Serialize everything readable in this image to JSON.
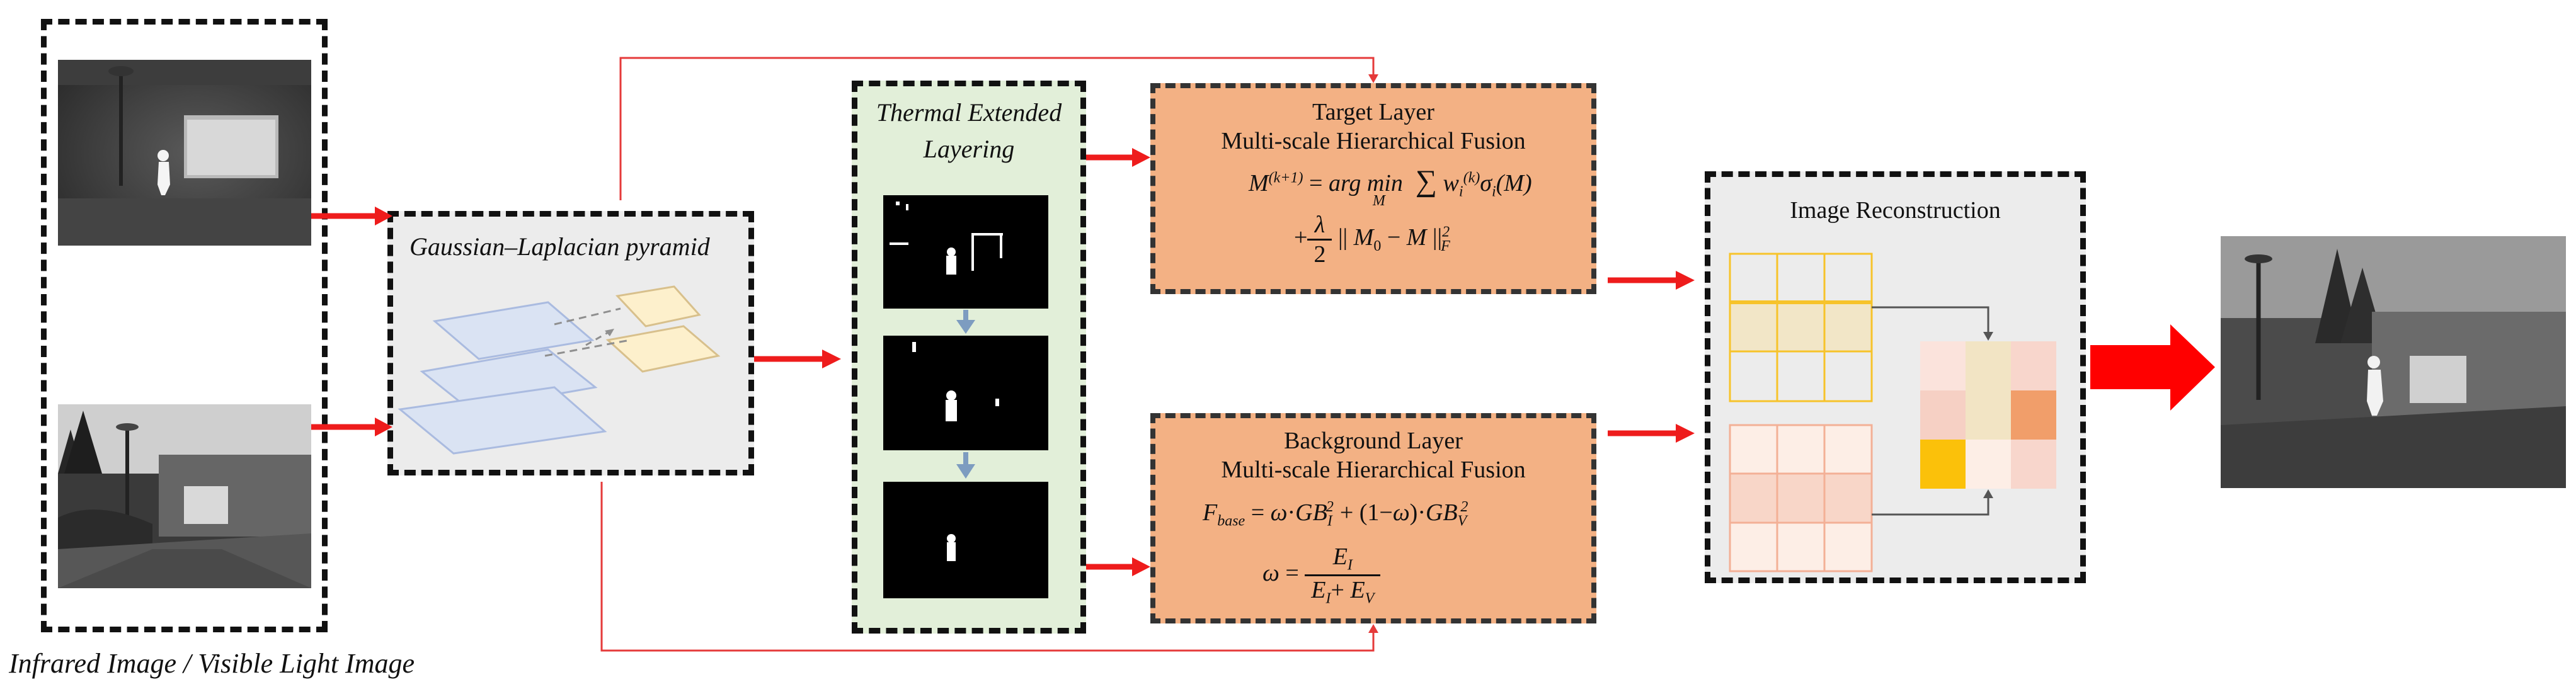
{
  "input_caption": "Infrared Image / Visible Light Image",
  "pyramid": {
    "title": "Gaussian–Laplacian pyramid"
  },
  "thermal": {
    "title_line1": "Thermal Extended",
    "title_line2": "Layering"
  },
  "target": {
    "title_line1": "Target Layer",
    "title_line2": "Multi-scale Hierarchical Fusion"
  },
  "background": {
    "title_line1": "Background Layer",
    "title_line2": "Multi-scale Hierarchical Fusion"
  },
  "reconstruction": {
    "title": "Image Reconstruction"
  },
  "colors": {
    "arrow_red": "#ee1c1c",
    "thin_red": "#e53a3a",
    "orange_fill": "#f3b184",
    "green_fill": "#e2efd9",
    "gray_fill": "#ececec",
    "pyramid_blue": "#dae3f3",
    "pyramid_yellow": "#fdf0cc",
    "grid_yellow": "#f7c32a",
    "grid_peach": "#f3b096",
    "cell_gold": "#fbc10a",
    "cell_orange": "#f19e6a"
  },
  "icons": [
    "arrow-right-icon",
    "arrow-down-icon",
    "big-arrow-icon"
  ]
}
